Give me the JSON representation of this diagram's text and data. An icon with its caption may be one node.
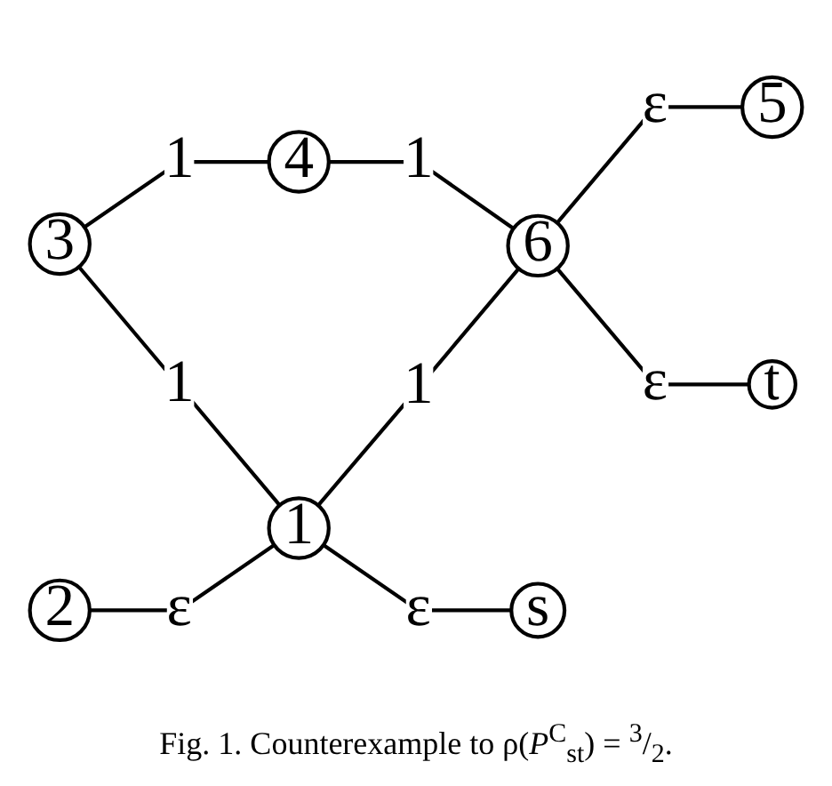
{
  "diagram": {
    "caption": "Fig. 1. Counterexample to ρ(*P*$^{C}$$_{st}$) = $^{3}$/$_{2}$.",
    "nodes": [
      {
        "text": [
          "3"
        ]
      },
      {
        "text": [
          "4"
        ]
      },
      {
        "text": [
          "2"
        ]
      },
      {
        "text": [
          "1"
        ]
      },
      {
        "text": [
          "6"
        ]
      },
      {
        "text": [
          "5"
        ]
      },
      {
        "text": [
          "s"
        ]
      },
      {
        "text": [
          "t"
        ]
      }
    ],
    "edges": [
      {
        "from": 0,
        "to": 1,
        "arrow": "none",
        "label": "1"
      },
      {
        "from": 0,
        "to": 3,
        "arrow": "none",
        "label": "1"
      },
      {
        "from": 1,
        "to": 4,
        "arrow": "none",
        "label": "1"
      },
      {
        "from": 2,
        "to": 3,
        "arrow": "none",
        "label": "ε"
      },
      {
        "from": 3,
        "to": 4,
        "arrow": "none",
        "label": "1"
      },
      {
        "from": 4,
        "to": 5,
        "arrow": "none",
        "label": "ε"
      },
      {
        "from": 3,
        "to": 6,
        "arrow": "none",
        "label": "ε"
      },
      {
        "from": 4,
        "to": 7,
        "arrow": "none",
        "label": "ε"
      }
    ]
  }
}
